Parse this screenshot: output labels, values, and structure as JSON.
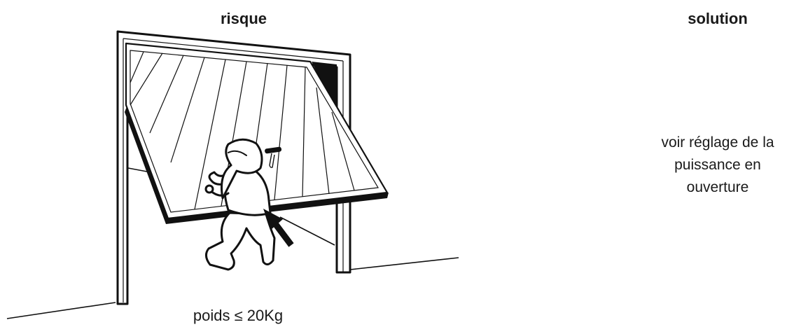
{
  "risk": {
    "heading": "risque",
    "caption": "poids ≤ 20Kg"
  },
  "solution": {
    "heading": "solution",
    "lines": [
      "voir réglage de la",
      "puissance en",
      "ouverture"
    ]
  }
}
